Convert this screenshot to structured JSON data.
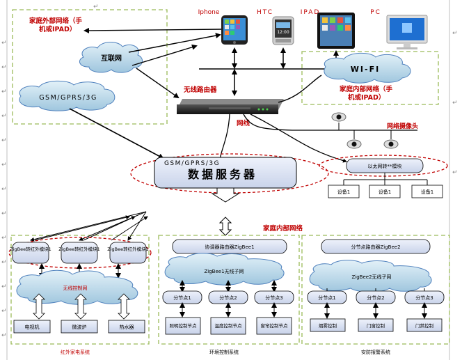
{
  "devices": {
    "iphone": "Iphone",
    "htc": "HTC",
    "ipad": "IPAD",
    "pc": "PC"
  },
  "external_network": {
    "title_line1": "家庭外部网络（手",
    "title_line2": "机或IPAD）",
    "internet": "互联网",
    "gsm": "GSM/GPRS/3G"
  },
  "internal_network": {
    "wifi": "WI-FI",
    "title_line1": "家庭内部网络（手",
    "title_line2": "机或IPAD）"
  },
  "router_label": "无线路由器",
  "ethernet_label": "网线",
  "camera_label": "网络摄像头",
  "server": {
    "gsm_label": "GSM/GPRS/3G",
    "title": "数据服务器"
  },
  "wan_module": {
    "label": "以太网转**模块",
    "devices": [
      "设备1",
      "设备1",
      "设备1"
    ]
  },
  "home_internal_label": "家庭内部网络",
  "infrared_system": {
    "modules": [
      "ZigBee转红外模块1",
      "ZigBee转红外模块1",
      "ZigBee转红外模块1"
    ],
    "cloud": "无线控制网",
    "appliances": [
      "电视机",
      "微波炉",
      "热水器"
    ],
    "title": "红外家电系统"
  },
  "env_system": {
    "router": "协调器路由器ZigBee1",
    "cloud": "ZigBee1无线子网",
    "nodes": [
      "分节点1",
      "分节点2",
      "分节点3"
    ],
    "controls": [
      "照明控制节点",
      "温度控制节点",
      "窗帘控制节点"
    ],
    "title": "环境控制系统"
  },
  "security_system": {
    "router": "分节点路由器ZigBee2",
    "cloud": "ZigBee2无线子网",
    "nodes": [
      "分节点1",
      "分节点2",
      "分节点3"
    ],
    "controls": [
      "烟雾控制",
      "门窗控制",
      "门禁控制"
    ],
    "title": "安防报警系统"
  }
}
